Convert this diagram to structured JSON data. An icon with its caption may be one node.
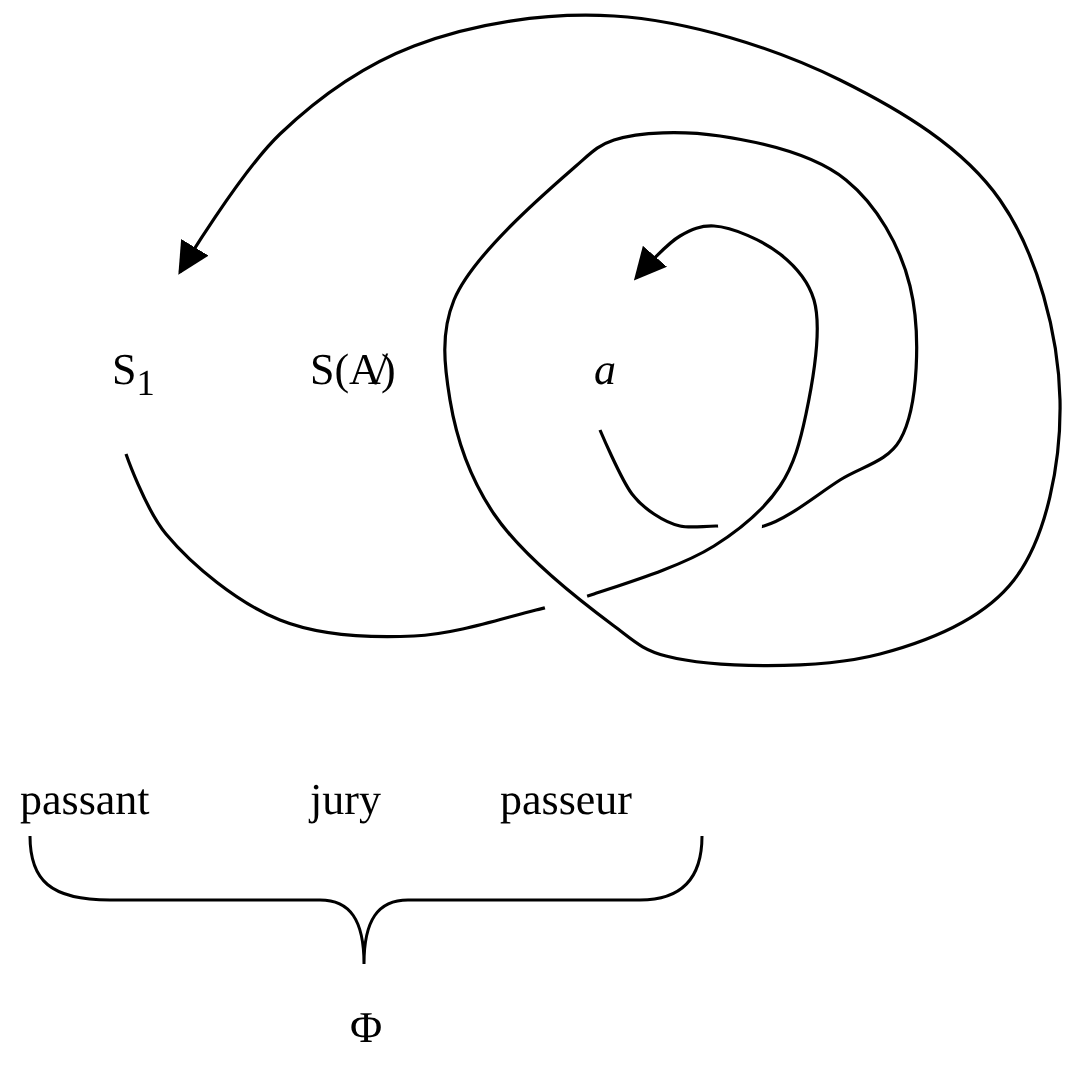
{
  "diagram": {
    "nodes": [
      {
        "text": [
          "S$_{1}$"
        ]
      },
      {
        "text": [
          "a"
        ]
      }
    ],
    "edges": [
      {
        "from": 0,
        "to": 1,
        "arrow": "to"
      },
      {
        "from": 1,
        "to": 0,
        "arrow": "to"
      }
    ],
    "labels": [
      "S(A̸)",
      "passant",
      "jury",
      "passeur",
      "Φ"
    ]
  }
}
